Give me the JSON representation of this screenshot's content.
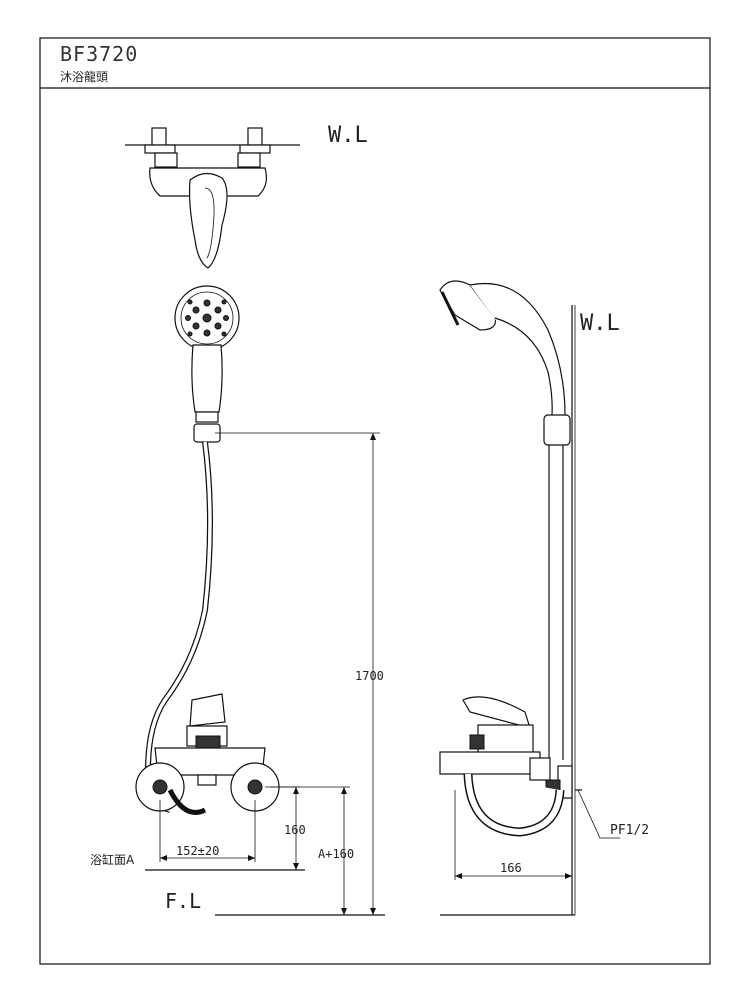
{
  "title_block": {
    "model": "BF3720",
    "name": "沐浴龍頭"
  },
  "labels": {
    "wall_line_top": "W.L",
    "wall_line_side": "W.L",
    "floor_line": "F.L",
    "tub_surface": "浴缸面A",
    "inlet_thread": "PF1/2"
  },
  "dimensions": {
    "total_height": "1700",
    "outlet_spacing": "152±20",
    "outlet_height": "160",
    "mount_height": "A+160",
    "projection": "166"
  }
}
